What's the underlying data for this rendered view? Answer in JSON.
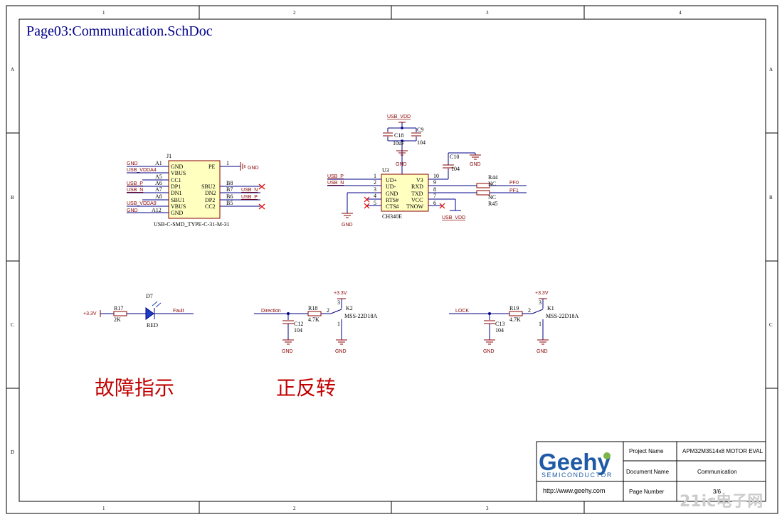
{
  "sheet": {
    "title": "Page03:Communication.SchDoc",
    "zones_top": [
      "1",
      "2",
      "3",
      "4"
    ],
    "zones_bottom": [
      "1",
      "2",
      "3"
    ],
    "zones_side": [
      "A",
      "B",
      "C",
      "D"
    ]
  },
  "usb_connector": {
    "ref": "J1",
    "part": "USB-C-SMD_TYPE-C-31-M-31",
    "left_pins": [
      {
        "net": "GND",
        "num": "A1",
        "name": "GND"
      },
      {
        "net": "USB_VDDA4",
        "num": "",
        "name": "VBUS"
      },
      {
        "net": "",
        "num": "A5",
        "name": "CC1"
      },
      {
        "net": "USB_P",
        "num": "A6",
        "name": "DP1"
      },
      {
        "net": "USB_N",
        "num": "A7",
        "name": "DN1"
      },
      {
        "net": "",
        "num": "A8",
        "name": "SBU1"
      },
      {
        "net": "USB_VDDA9",
        "num": "",
        "name": "VBUS"
      },
      {
        "net": "GND",
        "num": "A12",
        "name": "GND"
      }
    ],
    "right_pins": [
      {
        "name": "PE",
        "num": "1",
        "net": "GND"
      },
      {
        "name": "SBU2",
        "num": "B8",
        "net": ""
      },
      {
        "name": "DN2",
        "num": "B7",
        "net": "USB_N"
      },
      {
        "name": "DP2",
        "num": "B6",
        "net": "USB_P"
      },
      {
        "name": "CC2",
        "num": "B5",
        "net": ""
      }
    ]
  },
  "ch340": {
    "ref": "U3",
    "part": "CH340E",
    "left_pins": [
      {
        "net": "USB_P",
        "num": "1",
        "name": "UD+"
      },
      {
        "net": "USB_N",
        "num": "2",
        "name": "UD-"
      },
      {
        "net": "",
        "num": "3",
        "name": "GND"
      },
      {
        "net": "",
        "num": "4",
        "name": "RTS#"
      },
      {
        "net": "",
        "num": "5",
        "name": "CTS#"
      }
    ],
    "right_pins": [
      {
        "name": "V3",
        "num": "10"
      },
      {
        "name": "RXD",
        "num": "9"
      },
      {
        "name": "TXD",
        "num": "8"
      },
      {
        "name": "VCC",
        "num": "7"
      },
      {
        "name": "TNOW",
        "num": "6"
      }
    ],
    "gnd": "GND",
    "vdd": "USB_VDD",
    "vdd_top": "USB_VDD",
    "gnd_top": "GND",
    "c18": {
      "ref": "C18",
      "val": "10uF"
    },
    "c9": {
      "ref": "C9",
      "val": "104"
    },
    "c10": {
      "ref": "C10",
      "val": "104"
    },
    "c10_gnd": "GND",
    "r44": {
      "ref": "R44",
      "val": "NC",
      "net": "PF0"
    },
    "r45": {
      "ref": "R45",
      "val": "NC",
      "net": "PF1"
    }
  },
  "fault_led": {
    "supply": "+3.3V",
    "r_ref": "R17",
    "r_val": "2K",
    "d_ref": "D7",
    "d_val": "RED",
    "net": "Fault"
  },
  "key2": {
    "net": "Direction",
    "r_ref": "R18",
    "r_val": "4.7K",
    "c_ref": "C12",
    "c_val": "104",
    "sw_ref": "K2",
    "sw_part": "MSS-22D18A",
    "supply": "+3.3V",
    "gnd1": "GND",
    "gnd2": "GND",
    "pin2": "2",
    "pin3": "3",
    "pin1": "1"
  },
  "key1": {
    "net": "LOCK",
    "r_ref": "R19",
    "r_val": "4.7K",
    "c_ref": "C13",
    "c_val": "104",
    "sw_ref": "K1",
    "sw_part": "MSS-22D18A",
    "supply": "+3.3V",
    "gnd1": "GND",
    "gnd2": "GND",
    "pin2": "2",
    "pin3": "3",
    "pin1": "1"
  },
  "notes": {
    "fault": "故障指示",
    "direction": "正反转"
  },
  "title_block": {
    "logo": "Geehy",
    "logo_sub": "SEMICONDUCTOR",
    "url": "http://www.geehy.com",
    "project_label": "Project Name",
    "project_value": "APM32M3514x8 MOTOR EVAL",
    "document_label": "Document Name",
    "document_value": "Communication",
    "page_label": "Page Number",
    "page_value": "3/6"
  },
  "watermark": "21ic电子网"
}
